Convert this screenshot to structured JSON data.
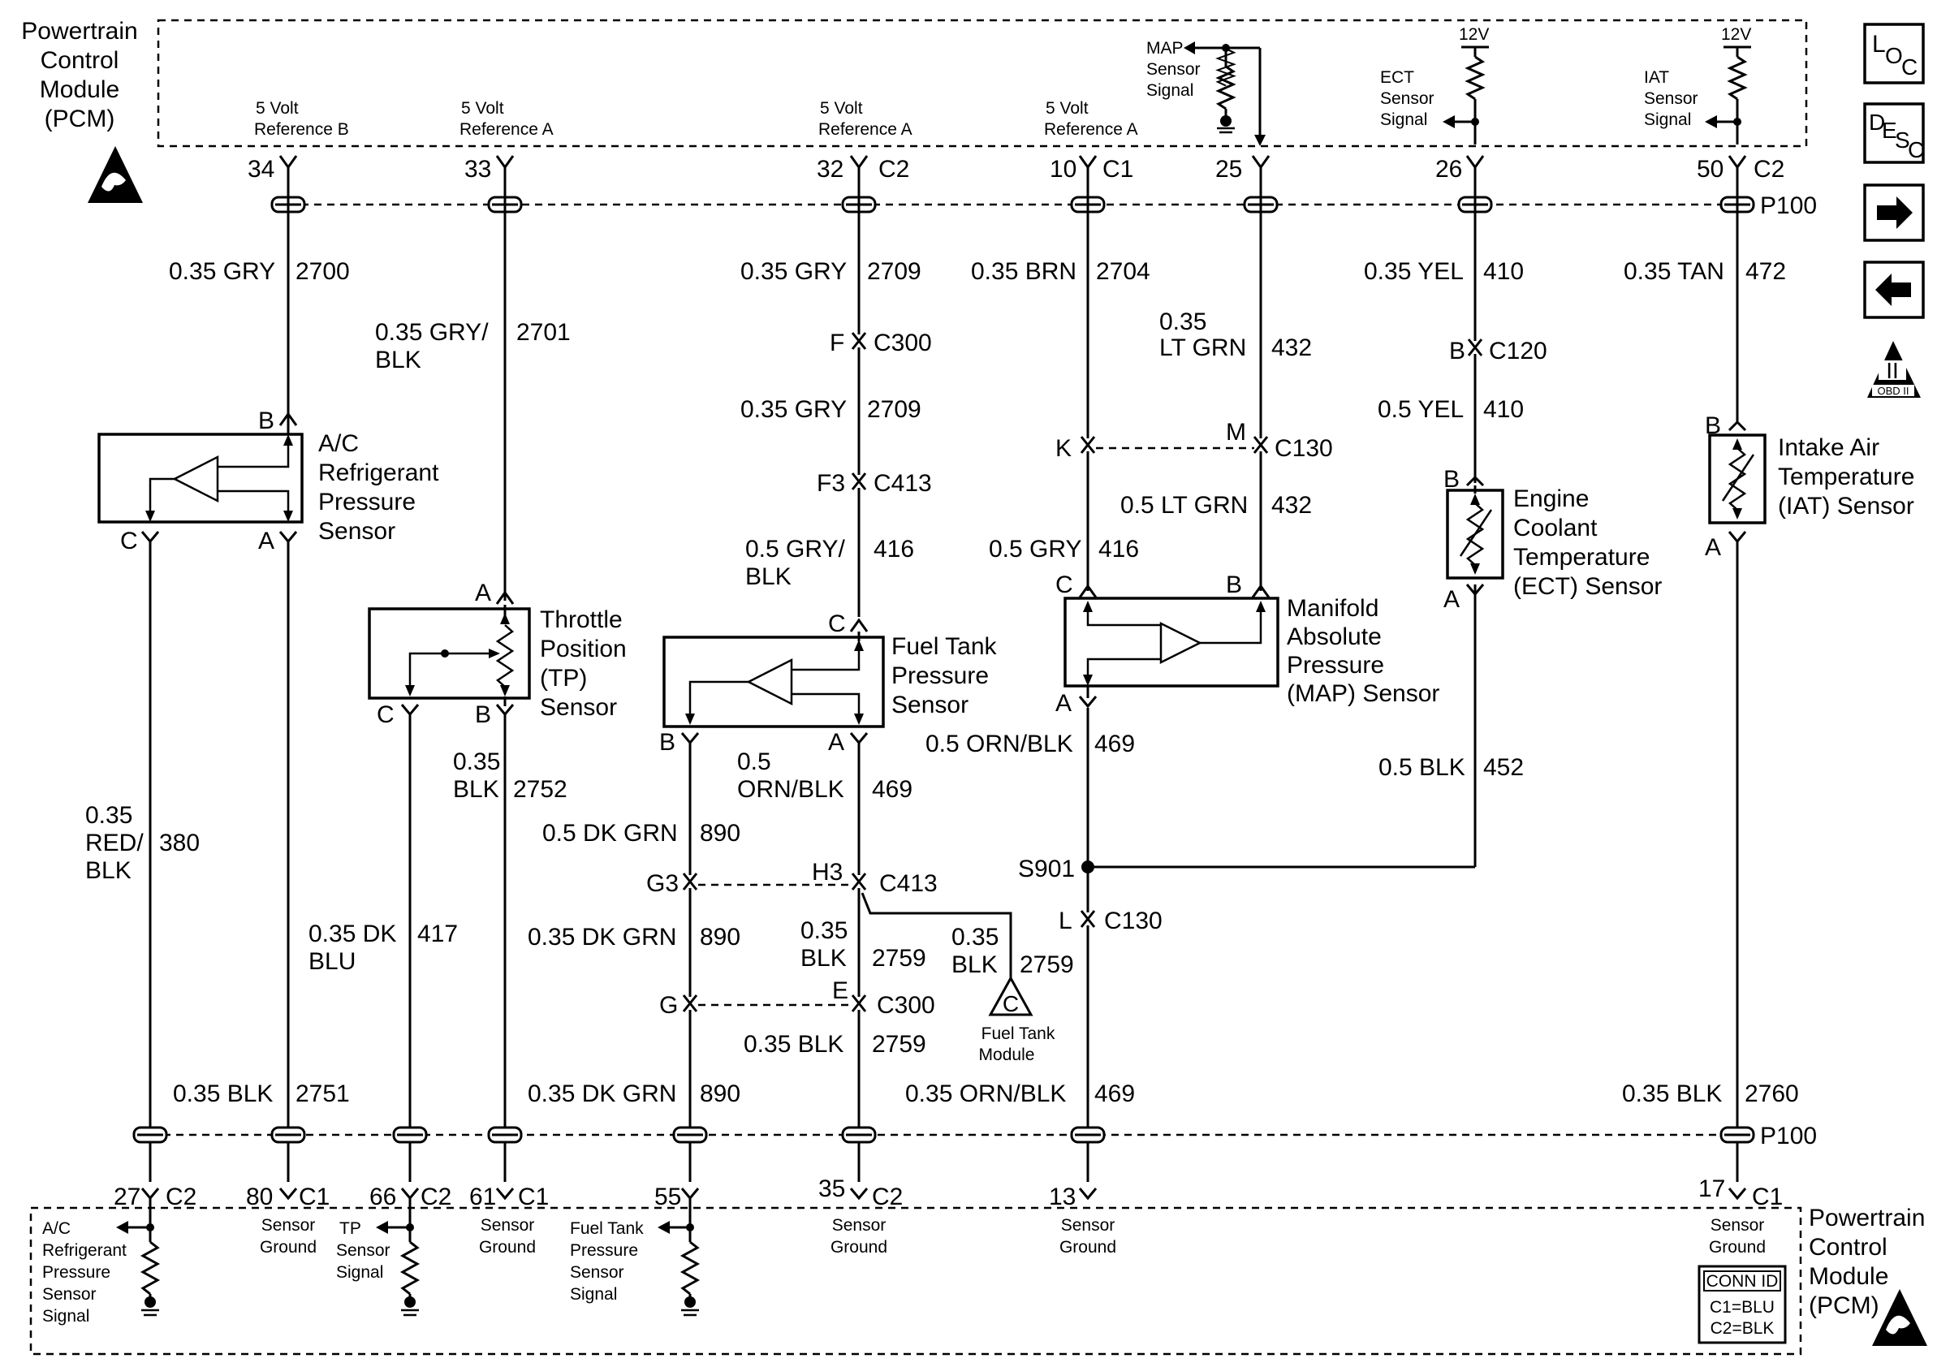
{
  "pcm_top": {
    "title": [
      "Powertrain",
      "Control",
      "Module",
      "(PCM)"
    ]
  },
  "pcm_bottom": {
    "title": [
      "Powertrain",
      "Control",
      "Module",
      "(PCM)"
    ]
  },
  "conn_id": {
    "title": "CONN ID",
    "c1": "C1=BLU",
    "c2": "C2=BLK"
  },
  "side_icons": {
    "loc": "LOC",
    "desc": "DESC",
    "obd": "OBD II",
    "roman": "II"
  },
  "connectors": {
    "p100": "P100",
    "c2": "C2",
    "c1": "C1"
  },
  "top_labels": {
    "ref_b": [
      "5 Volt",
      "Reference B"
    ],
    "ref_a1": [
      "5 Volt",
      "Reference A"
    ],
    "ref_a2": [
      "5 Volt",
      "Reference A"
    ],
    "ref_a3": [
      "5 Volt",
      "Reference A"
    ],
    "map_sig": [
      "MAP",
      "Sensor",
      "Signal"
    ],
    "ect_sig": [
      "ECT",
      "Sensor",
      "Signal"
    ],
    "iat_sig": [
      "IAT",
      "Sensor",
      "Signal"
    ],
    "v12": "12V"
  },
  "top_pins": {
    "p34": "34",
    "p33": "33",
    "p32": "32",
    "p10": "10",
    "p25": "25",
    "p26": "26",
    "p50": "50"
  },
  "wires": {
    "w2700": {
      "size": "0.35 GRY",
      "circuit": "2700"
    },
    "w2701": {
      "size": [
        "0.35 GRY/",
        "BLK"
      ],
      "circuit": "2701"
    },
    "w2709a": {
      "size": "0.35 GRY",
      "circuit": "2709"
    },
    "w2709b": {
      "size": "0.35 GRY",
      "circuit": "2709"
    },
    "w416a": {
      "size": [
        "0.5 GRY/",
        "BLK"
      ],
      "circuit": "416"
    },
    "w2704": {
      "size": "0.35 BRN",
      "circuit": "2704"
    },
    "w416b": {
      "size": "0.5 GRY",
      "circuit": "416"
    },
    "w432a": {
      "size": [
        "0.35",
        "LT GRN"
      ],
      "circuit": "432"
    },
    "w432b": {
      "size": "0.5 LT GRN",
      "circuit": "432"
    },
    "w410a": {
      "size": "0.35 YEL",
      "circuit": "410"
    },
    "w410b": {
      "size": "0.5 YEL",
      "circuit": "410"
    },
    "w472": {
      "size": "0.35 TAN",
      "circuit": "472"
    },
    "w380": {
      "size": [
        "0.35",
        "RED/",
        "BLK"
      ],
      "circuit": "380"
    },
    "w2751": {
      "size": "0.35 BLK",
      "circuit": "2751"
    },
    "w417": {
      "size": [
        "0.35 DK",
        "BLU"
      ],
      "circuit": "417"
    },
    "w2752": {
      "size": [
        "0.35",
        "BLK"
      ],
      "circuit": "2752"
    },
    "w890a": {
      "size": "0.5 DK GRN",
      "circuit": "890"
    },
    "w890b": {
      "size": "0.35 DK GRN",
      "circuit": "890"
    },
    "w890c": {
      "size": "0.35 DK GRN",
      "circuit": "890"
    },
    "w469a": {
      "size": [
        "0.5",
        "ORN/BLK"
      ],
      "circuit": "469"
    },
    "w2759a": {
      "size": [
        "0.35",
        "BLK"
      ],
      "circuit": "2759"
    },
    "w2759b": {
      "size": [
        "0.35",
        "BLK"
      ],
      "circuit": "2759"
    },
    "w2759c": {
      "size": "0.35 BLK",
      "circuit": "2759"
    },
    "w469b": {
      "size": "0.5 ORN/BLK",
      "circuit": "469"
    },
    "w469c": {
      "size": "0.35 ORN/BLK",
      "circuit": "469"
    },
    "w452": {
      "size": "0.5 BLK",
      "circuit": "452"
    },
    "w2760": {
      "size": "0.35 BLK",
      "circuit": "2760"
    }
  },
  "inline_connectors": {
    "f_c300": {
      "pin": "F",
      "conn": "C300"
    },
    "f3_c413": {
      "pin": "F3",
      "conn": "C413"
    },
    "b_c120": {
      "pin": "B",
      "conn": "C120"
    },
    "k": "K",
    "m_c130": {
      "pin": "M",
      "conn": "C130"
    },
    "g3": "G3",
    "h3_c413": {
      "pin": "H3",
      "conn": "C413"
    },
    "l_c130": {
      "pin": "L",
      "conn": "C130"
    },
    "g": "G",
    "e_c300": {
      "pin": "E",
      "conn": "C300"
    },
    "s901": "S901"
  },
  "sensors": {
    "ac": {
      "name": [
        "A/C",
        "Refrigerant",
        "Pressure",
        "Sensor"
      ],
      "pins": [
        "B",
        "C",
        "A"
      ]
    },
    "tp": {
      "name": [
        "Throttle",
        "Position",
        "(TP)",
        "Sensor"
      ],
      "pins": [
        "A",
        "C",
        "B"
      ]
    },
    "ftp": {
      "name": [
        "Fuel Tank",
        "Pressure",
        "Sensor"
      ],
      "pins": [
        "C",
        "B",
        "A"
      ]
    },
    "map": {
      "name": [
        "Manifold",
        "Absolute",
        "Pressure",
        "(MAP) Sensor"
      ],
      "pins": [
        "C",
        "B",
        "A"
      ]
    },
    "ect": {
      "name": [
        "Engine",
        "Coolant",
        "Temperature",
        "(ECT) Sensor"
      ],
      "pins": [
        "B",
        "A"
      ]
    },
    "iat": {
      "name": [
        "Intake Air",
        "Temperature",
        "(IAT) Sensor"
      ],
      "pins": [
        "B",
        "A"
      ]
    }
  },
  "fuel_tank_module": {
    "letter": "C",
    "label": [
      "Fuel Tank",
      "Module"
    ]
  },
  "bottom_pins": {
    "p27": "27",
    "p80": "80",
    "p66": "66",
    "p61": "61",
    "p55": "55",
    "p35": "35",
    "p13": "13",
    "p17": "17"
  },
  "bottom_labels": {
    "ac_sig": [
      "A/C",
      "Refrigerant",
      "Pressure",
      "Sensor",
      "Signal"
    ],
    "gnd1": [
      "Sensor",
      "Ground"
    ],
    "tp_sig": [
      "TP",
      "Sensor",
      "Signal"
    ],
    "gnd2": [
      "Sensor",
      "Ground"
    ],
    "ftp_sig": [
      "Fuel Tank",
      "Pressure",
      "Sensor",
      "Signal"
    ],
    "gnd3": [
      "Sensor",
      "Ground"
    ],
    "gnd4": [
      "Sensor",
      "Ground"
    ],
    "gnd5": [
      "Sensor",
      "Ground"
    ]
  }
}
